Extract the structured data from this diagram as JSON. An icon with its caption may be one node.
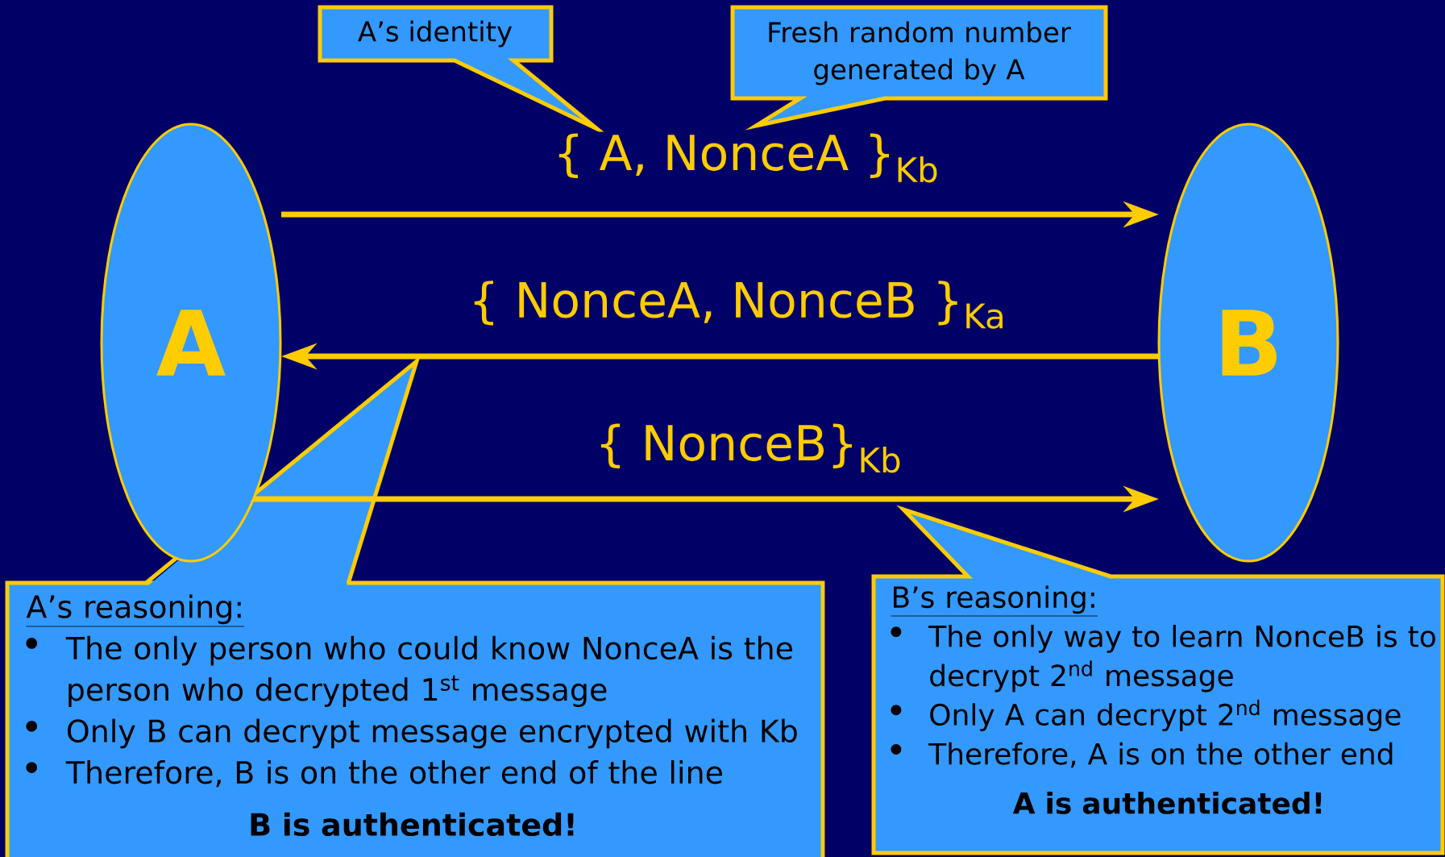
{
  "diagram": {
    "nodes": [
      {
        "text": [
          "A"
        ]
      },
      {
        "text": [
          "B"
        ]
      },
      {
        "text": [
          "A’s identity"
        ]
      },
      {
        "text": [
          "Fresh random number generated by A"
        ]
      },
      {
        "text": [
          "A’s reasoning:",
          "The only person who could know NonceA is the person who decrypted 1$^{st}$ message",
          "Only B can decrypt message encrypted with Kb",
          "Therefore, B is on the other end of the line",
          "B is authenticated!"
        ]
      },
      {
        "text": [
          "B’s reasoning:",
          "The only way to learn NonceB is to decrypt 2$^{nd}$ message",
          "Only A can decrypt 2$^{nd}$ message",
          "Therefore, A is on the other end",
          "A is authenticated!"
        ]
      }
    ],
    "edges": [
      {
        "from": 0,
        "to": 1,
        "arrow": "to",
        "label": "{ A, NonceA }$_{Kb}$"
      },
      {
        "from": 1,
        "to": 0,
        "arrow": "to",
        "label": "{ NonceA, NonceB }$_{Ka}$"
      },
      {
        "from": 0,
        "to": 1,
        "arrow": "to",
        "label": "{ NonceB}$_{Kb}$"
      }
    ]
  }
}
